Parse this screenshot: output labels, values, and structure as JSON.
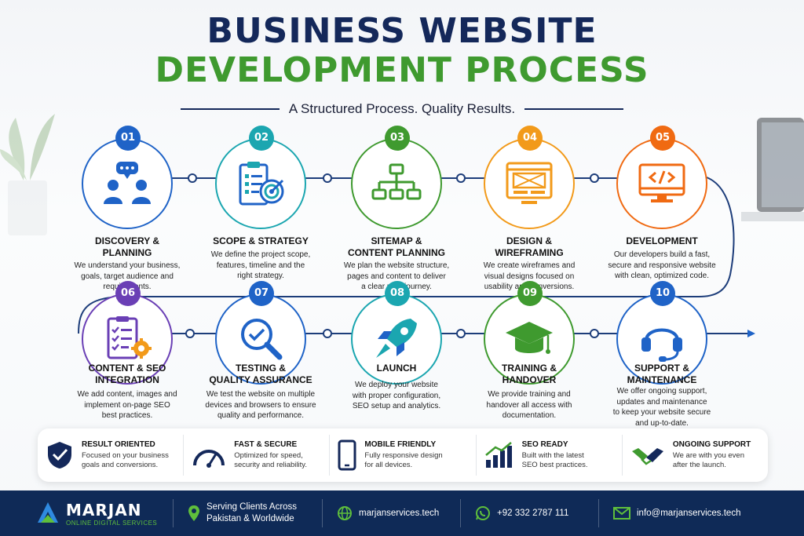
{
  "header": {
    "title_line1": "BUSINESS WEBSITE",
    "title_line2": "DEVELOPMENT PROCESS",
    "subtitle": "A Structured Process. Quality Results."
  },
  "colors": {
    "navy": "#14285a",
    "green": "#3f9a2f",
    "blue": "#1f63c7",
    "teal": "#1ba6b0",
    "orange": "#f29a1a",
    "deep_orange": "#f06a12",
    "purple": "#6a3fb5",
    "footer_bg": "#0f2a57"
  },
  "steps": [
    {
      "number": "01",
      "title_line1": "DISCOVERY &",
      "title_line2": "PLANNING",
      "desc_line1": "We understand your business,",
      "desc_line2": "goals, target audience and",
      "desc_line3": "requirements.",
      "desc_line4": "",
      "icon": "users-chat-icon"
    },
    {
      "number": "02",
      "title_line1": "SCOPE & STRATEGY",
      "title_line2": "",
      "desc_line1": "We define the project scope,",
      "desc_line2": "features, timeline and the",
      "desc_line3": "right strategy.",
      "desc_line4": "",
      "icon": "clipboard-target-icon"
    },
    {
      "number": "03",
      "title_line1": "SITEMAP &",
      "title_line2": "CONTENT PLANNING",
      "desc_line1": "We plan the website structure,",
      "desc_line2": "pages and content to deliver",
      "desc_line3": "a clear user journey.",
      "desc_line4": "",
      "icon": "sitemap-icon"
    },
    {
      "number": "04",
      "title_line1": "DESIGN &",
      "title_line2": "WIREFRAMING",
      "desc_line1": "We create wireframes and",
      "desc_line2": "visual designs focused on",
      "desc_line3": "usability and conversions.",
      "desc_line4": "",
      "icon": "wireframe-icon"
    },
    {
      "number": "05",
      "title_line1": "DEVELOPMENT",
      "title_line2": "",
      "desc_line1": "Our developers build a fast,",
      "desc_line2": "secure and responsive website",
      "desc_line3": "with clean, optimized code.",
      "desc_line4": "",
      "icon": "code-monitor-icon"
    },
    {
      "number": "06",
      "title_line1": "CONTENT & SEO",
      "title_line2": "INTEGRATION",
      "desc_line1": "We add content, images and",
      "desc_line2": "implement on-page SEO",
      "desc_line3": "best practices.",
      "desc_line4": "",
      "icon": "checklist-gear-icon"
    },
    {
      "number": "07",
      "title_line1": "TESTING &",
      "title_line2": "QUALITY ASSURANCE",
      "desc_line1": "We test the website on multiple",
      "desc_line2": "devices and browsers to ensure",
      "desc_line3": "quality and performance.",
      "desc_line4": "",
      "icon": "magnifier-check-icon"
    },
    {
      "number": "08",
      "title_line1": "LAUNCH",
      "title_line2": "",
      "desc_line1": "We deploy your website",
      "desc_line2": "with proper configuration,",
      "desc_line3": "SEO setup and analytics.",
      "desc_line4": "",
      "icon": "rocket-icon"
    },
    {
      "number": "09",
      "title_line1": "TRAINING &",
      "title_line2": "HANDOVER",
      "desc_line1": "We provide training and",
      "desc_line2": "handover all access with",
      "desc_line3": "documentation.",
      "desc_line4": "",
      "icon": "graduation-cap-icon"
    },
    {
      "number": "10",
      "title_line1": "SUPPORT &",
      "title_line2": "MAINTENANCE",
      "desc_line1": "We offer ongoing support,",
      "desc_line2": "updates and maintenance",
      "desc_line3": "to keep your website secure",
      "desc_line4": "and up-to-date.",
      "icon": "headset-icon"
    }
  ],
  "features": [
    {
      "title": "RESULT ORIENTED",
      "desc_line1": "Focused on your business",
      "desc_line2": "goals and conversions.",
      "icon": "shield-check-icon"
    },
    {
      "title": "FAST & SECURE",
      "desc_line1": "Optimized for speed,",
      "desc_line2": "security and reliability.",
      "icon": "speedometer-icon"
    },
    {
      "title": "MOBILE FRIENDLY",
      "desc_line1": "Fully responsive design",
      "desc_line2": "for all devices.",
      "icon": "smartphone-icon"
    },
    {
      "title": "SEO READY",
      "desc_line1": "Built with the latest",
      "desc_line2": "SEO best practices.",
      "icon": "growth-chart-icon"
    },
    {
      "title": "ONGOING SUPPORT",
      "desc_line1": "We are with you even",
      "desc_line2": "after the launch.",
      "icon": "handshake-icon"
    }
  ],
  "footer": {
    "brand_name": "MARJAN",
    "brand_tagline": "ONLINE DIGITAL SERVICES",
    "location_line1": "Serving Clients Across",
    "location_line2": "Pakistan & Worldwide",
    "website": "marjanservices.tech",
    "phone": "+92 332 2787 111",
    "email": "info@marjanservices.tech"
  }
}
